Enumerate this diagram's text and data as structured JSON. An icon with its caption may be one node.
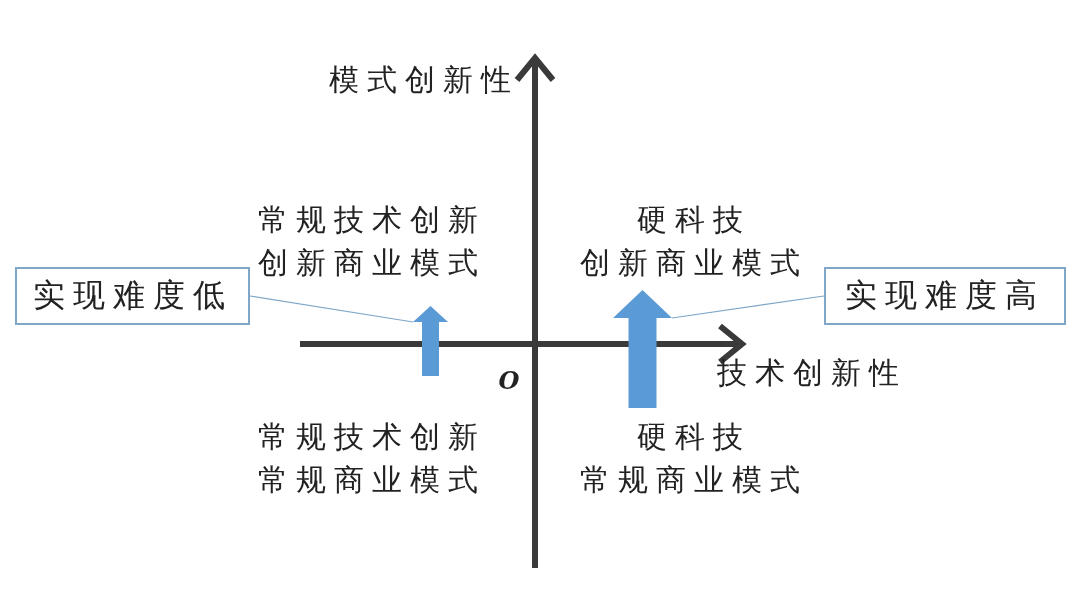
{
  "diagram": {
    "nodes": [
      {
        "text": [
          "实现难度低"
        ]
      },
      {
        "text": [],
        "shape": "arrow"
      },
      {
        "text": [],
        "shape": "arrow"
      },
      {
        "text": [
          "实现难度高"
        ]
      }
    ],
    "edges": [
      {
        "from": 0,
        "to": 1,
        "arrow": "none"
      },
      {
        "from": 3,
        "to": 2,
        "arrow": "none"
      }
    ],
    "labels": [
      "模式创新性",
      "常规技术创新",
      "创新商业模式",
      "硬科技",
      "创新商业模式",
      "O",
      "技术创新性",
      "常规技术创新",
      "常规商业模式",
      "硬科技",
      "常规商业模式"
    ]
  }
}
